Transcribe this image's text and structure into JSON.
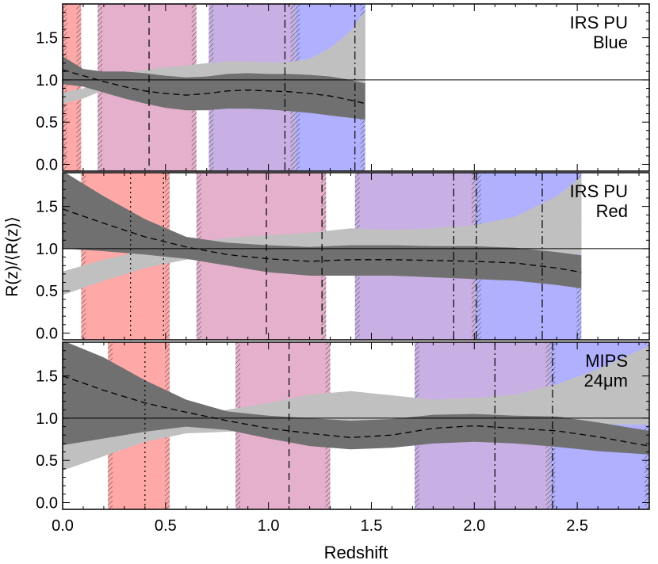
{
  "figure": {
    "xlabel": "Redshift",
    "ylabel": "R(z)/⟨R(z)⟩",
    "xlim": [
      0.0,
      2.85
    ],
    "ylim": [
      -0.08,
      1.9
    ],
    "x_ticks": [
      "0.0",
      "0.5",
      "1.0",
      "1.5",
      "2.0",
      "2.5"
    ],
    "y_ticks": [
      "0.0",
      "0.5",
      "1.0",
      "1.5"
    ],
    "colors": {
      "band_red": "#ffa8a8",
      "band_pink": "#e4b0cc",
      "band_purple": "#c8b0e4",
      "band_blue": "#b0b0ff",
      "envelope_light": "#c0c0c0",
      "envelope_dark": "#707070"
    }
  },
  "chart_data": [
    {
      "type": "area",
      "label_line1": "IRS PU",
      "label_line2": "Blue",
      "z_end": 1.47,
      "bands": [
        {
          "range": [
            0.0,
            0.09
          ],
          "color": "band_red"
        },
        {
          "range": [
            0.17,
            0.65
          ],
          "color": "band_pink"
        },
        {
          "range": [
            0.71,
            1.13
          ],
          "color": "band_purple"
        },
        {
          "range": [
            1.13,
            1.47
          ],
          "color": "band_blue"
        }
      ],
      "markers": [
        {
          "z": 0.42,
          "style": "dashed"
        },
        {
          "z": 1.08,
          "style": "dashdot"
        },
        {
          "z": 1.42,
          "style": "dashdot"
        }
      ],
      "z": [
        0.0,
        0.1,
        0.2,
        0.3,
        0.4,
        0.5,
        0.6,
        0.7,
        0.8,
        0.9,
        1.0,
        1.1,
        1.2,
        1.3,
        1.4,
        1.47
      ],
      "median": [
        1.12,
        1.05,
        0.98,
        0.92,
        0.87,
        0.84,
        0.82,
        0.84,
        0.87,
        0.88,
        0.87,
        0.86,
        0.84,
        0.81,
        0.76,
        0.72
      ],
      "dark_low": [
        0.95,
        0.92,
        0.85,
        0.78,
        0.72,
        0.67,
        0.64,
        0.64,
        0.66,
        0.66,
        0.65,
        0.63,
        0.61,
        0.58,
        0.55,
        0.53
      ],
      "dark_high": [
        1.28,
        1.13,
        1.1,
        1.1,
        1.08,
        1.05,
        1.03,
        1.04,
        1.07,
        1.08,
        1.07,
        1.07,
        1.06,
        1.04,
        1.0,
        0.96
      ],
      "light_low": [
        0.72,
        0.78,
        0.88,
        0.93,
        0.95,
        0.97,
        0.98,
        0.98,
        0.99,
        0.98,
        0.97,
        0.96,
        0.95,
        0.94,
        0.93,
        0.92
      ],
      "light_high": [
        0.85,
        0.9,
        1.03,
        1.08,
        1.12,
        1.15,
        1.17,
        1.2,
        1.22,
        1.22,
        1.21,
        1.21,
        1.25,
        1.38,
        1.58,
        1.82
      ]
    },
    {
      "type": "area",
      "label_line1": "IRS PU",
      "label_line2": "Red",
      "z_end": 2.52,
      "bands": [
        {
          "range": [
            0.09,
            0.52
          ],
          "color": "band_red"
        },
        {
          "range": [
            0.65,
            1.28
          ],
          "color": "band_pink"
        },
        {
          "range": [
            1.42,
            2.01
          ],
          "color": "band_purple"
        },
        {
          "range": [
            2.01,
            2.52
          ],
          "color": "band_blue"
        }
      ],
      "markers": [
        {
          "z": 0.33,
          "style": "dotted"
        },
        {
          "z": 0.49,
          "style": "dotted"
        },
        {
          "z": 0.99,
          "style": "dashed"
        },
        {
          "z": 1.26,
          "style": "dashed"
        },
        {
          "z": 1.9,
          "style": "dashdot"
        },
        {
          "z": 2.01,
          "style": "dashdot"
        },
        {
          "z": 2.33,
          "style": "dashdot"
        }
      ],
      "z": [
        0.0,
        0.2,
        0.4,
        0.6,
        0.8,
        1.0,
        1.2,
        1.4,
        1.6,
        1.8,
        2.0,
        2.2,
        2.4,
        2.52
      ],
      "median": [
        1.47,
        1.3,
        1.14,
        1.02,
        0.93,
        0.88,
        0.85,
        0.87,
        0.87,
        0.86,
        0.85,
        0.83,
        0.77,
        0.72
      ],
      "dark_low": [
        1.0,
        0.97,
        0.93,
        0.88,
        0.8,
        0.72,
        0.68,
        0.68,
        0.68,
        0.66,
        0.64,
        0.62,
        0.57,
        0.53
      ],
      "dark_high": [
        1.92,
        1.62,
        1.35,
        1.14,
        1.07,
        1.04,
        1.02,
        1.04,
        1.04,
        1.03,
        1.03,
        1.01,
        0.96,
        0.92
      ],
      "light_low": [
        0.45,
        0.62,
        0.77,
        0.87,
        0.92,
        0.94,
        0.95,
        0.96,
        0.97,
        0.96,
        0.95,
        0.94,
        0.93,
        0.93
      ],
      "light_high": [
        0.73,
        0.87,
        0.98,
        1.05,
        1.13,
        1.16,
        1.19,
        1.24,
        1.22,
        1.24,
        1.28,
        1.38,
        1.62,
        1.85
      ]
    },
    {
      "type": "area",
      "label_line1": "MIPS",
      "label_line2": "24μm",
      "z_end": 2.85,
      "bands": [
        {
          "range": [
            0.22,
            0.52
          ],
          "color": "band_red"
        },
        {
          "range": [
            0.84,
            1.3
          ],
          "color": "band_pink"
        },
        {
          "range": [
            1.71,
            2.37
          ],
          "color": "band_purple"
        },
        {
          "range": [
            2.37,
            2.85
          ],
          "color": "band_blue"
        }
      ],
      "markers": [
        {
          "z": 0.4,
          "style": "dotted"
        },
        {
          "z": 1.1,
          "style": "dashed"
        },
        {
          "z": 2.1,
          "style": "dashdot"
        },
        {
          "z": 2.38,
          "style": "dashdot"
        }
      ],
      "z": [
        0.0,
        0.2,
        0.4,
        0.6,
        0.8,
        1.0,
        1.2,
        1.4,
        1.6,
        1.8,
        2.0,
        2.2,
        2.4,
        2.6,
        2.85
      ],
      "median": [
        1.5,
        1.33,
        1.18,
        1.07,
        0.97,
        0.88,
        0.82,
        0.77,
        0.8,
        0.88,
        0.91,
        0.88,
        0.85,
        0.78,
        0.67
      ],
      "dark_low": [
        0.68,
        0.76,
        0.84,
        0.9,
        0.86,
        0.76,
        0.67,
        0.63,
        0.65,
        0.7,
        0.72,
        0.7,
        0.66,
        0.61,
        0.57
      ],
      "dark_high": [
        1.92,
        1.72,
        1.45,
        1.22,
        1.08,
        1.03,
        1.0,
        0.97,
        0.99,
        1.04,
        1.05,
        1.03,
        1.02,
        0.95,
        0.85
      ],
      "light_low": [
        0.38,
        0.55,
        0.72,
        0.82,
        0.84,
        0.86,
        0.88,
        0.96,
        0.94,
        0.94,
        0.95,
        0.95,
        0.94,
        0.93,
        0.92
      ],
      "light_high": [
        0.7,
        0.84,
        0.93,
        1.03,
        1.1,
        1.18,
        1.28,
        1.32,
        1.27,
        1.22,
        1.24,
        1.28,
        1.4,
        1.58,
        1.86
      ]
    }
  ]
}
